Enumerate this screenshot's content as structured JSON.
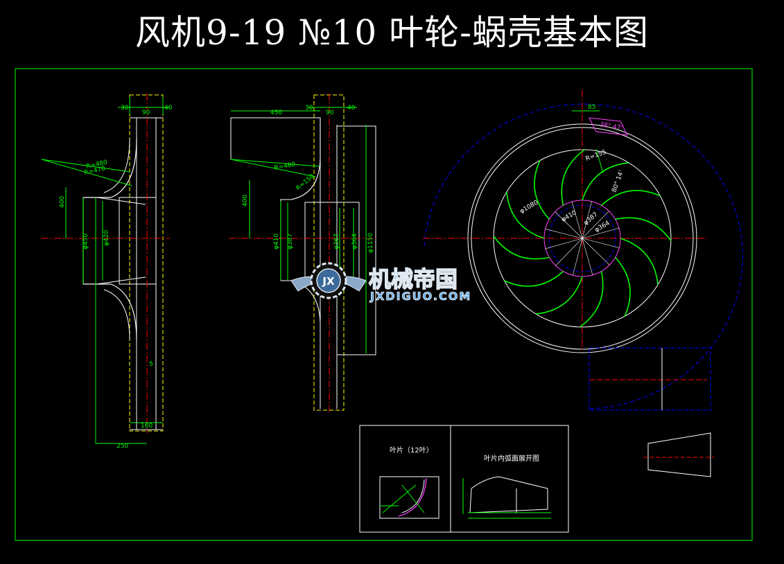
{
  "title": "风机9-19 №10 叶轮-蜗壳基本图",
  "colors": {
    "background": "#000000",
    "frame": "#00ff00",
    "outline": "#ffffff",
    "dimension": "#00ff00",
    "centerline": "#ff0000",
    "hidden": "#0000ff",
    "blade": "#00ff00",
    "annotation": "#ff40ff",
    "yellow": "#ffff00"
  },
  "left_view": {
    "dims": {
      "top_left": "30",
      "top_mid": "90",
      "top_right": "40",
      "r1": "R=480",
      "r2": "R=470",
      "h400": "400",
      "d450": "φ450",
      "d420": "φ420",
      "bottom_mid": "160",
      "bottom_wide": "250",
      "small": "5"
    }
  },
  "mid_view": {
    "dims": {
      "top_450": "450",
      "top_30": "30",
      "top_90": "90",
      "top_40": "40",
      "r460": "R=460",
      "r150": "R=150",
      "h400": "400",
      "d410": "φ410",
      "d387": "φ387",
      "d367": "φ367",
      "d364": "φ364",
      "d1150": "φ1150"
    }
  },
  "right_view": {
    "dims": {
      "d85": "85",
      "angle": "38° 47'",
      "r155": "R=155",
      "d1080": "φ1080",
      "d410": "φ410",
      "d387": "φ387",
      "d364": "φ364",
      "blade_angle": "80° 14'"
    }
  },
  "detail_box": {
    "left_title": "叶片（12叶）",
    "right_title": "叶片内弧面展开图"
  },
  "logo": {
    "cn": "机械帝国",
    "en": "JXDIGUO.COM",
    "badge": "JX"
  }
}
